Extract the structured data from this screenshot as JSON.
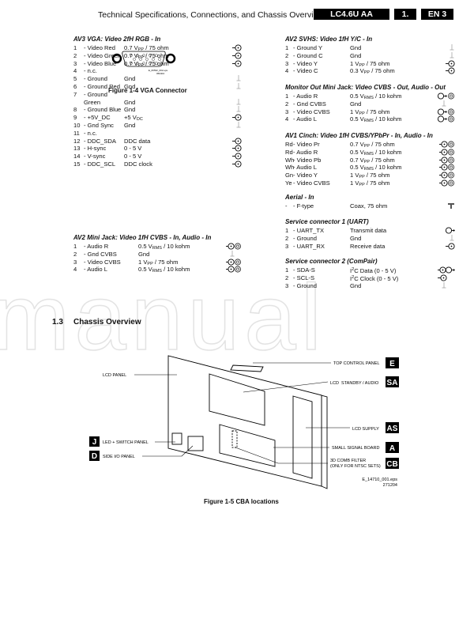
{
  "header": {
    "title": "Technical Specifications, Connections, and Chassis Overview",
    "model": "LC4.6U AA",
    "chapter": "1.",
    "page": "EN 3"
  },
  "watermark": "manual",
  "vga_figure": {
    "eps": "E_06532_002.eps",
    "date": "050404",
    "caption": "Figure 1-4 VGA Connector"
  },
  "sections": {
    "av3": {
      "title": "AV3 VGA: Video 2fH RGB - In",
      "rows": [
        {
          "pin": "1",
          "name": "- Video Red",
          "pre": "0.7 V",
          "sub": "PP",
          "post": " / 75 ohm",
          "icon": "input"
        },
        {
          "pin": "2",
          "name": "- Video Green",
          "pre": "0.7 V",
          "sub": "PP",
          "post": " / 75 ohm",
          "icon": "input"
        },
        {
          "pin": "3",
          "name": "- Video Blue",
          "pre": "0.7 V",
          "sub": "PP",
          "post": " / 75 ohm",
          "icon": "input"
        },
        {
          "pin": "4",
          "name": "- n.c."
        },
        {
          "pin": "5",
          "name": "- Ground",
          "pre": "Gnd",
          "icon": "ground"
        },
        {
          "pin": "6",
          "name": "- Ground Red",
          "pre": "Gnd",
          "icon": "ground"
        },
        {
          "pin": "7",
          "name": "- Ground"
        },
        {
          "pin": "",
          "name": "Green",
          "pre": "Gnd",
          "icon": "ground"
        },
        {
          "pin": "8",
          "name": "- Ground Blue",
          "pre": "Gnd",
          "icon": "ground"
        },
        {
          "pin": "9",
          "name": "- +5V_DC",
          "pre": "+5 V",
          "sub": "DC",
          "icon": "input"
        },
        {
          "pin": "10",
          "name": "- Gnd Sync",
          "pre": "Gnd",
          "icon": "ground"
        },
        {
          "pin": "11",
          "name": "- n.c."
        },
        {
          "pin": "12",
          "name": "- DDC_SDA",
          "pre": "DDC data",
          "icon": "input"
        },
        {
          "pin": "13",
          "name": "- H-sync",
          "pre": "0 - 5 V",
          "icon": "input"
        },
        {
          "pin": "14",
          "name": "- V-sync",
          "pre": "0 - 5 V",
          "icon": "input"
        },
        {
          "pin": "15",
          "name": "- DDC_SCL",
          "pre": "DDC clock",
          "icon": "input"
        }
      ]
    },
    "av2mini": {
      "title": "AV2 Mini Jack: Video 1fH CVBS - In, Audio - In",
      "rows": [
        {
          "pin": "1",
          "name": "- Audio R",
          "pre": "0.5 V",
          "sub": "RMS",
          "post": " / 10 kohm",
          "icon": "input-jack"
        },
        {
          "pin": "2",
          "name": "- Gnd CVBS",
          "pre": "Gnd",
          "icon": "ground"
        },
        {
          "pin": "3",
          "name": "- Video CVBS",
          "pre": "1 V",
          "sub": "PP",
          "post": " / 75 ohm",
          "icon": "input-jack"
        },
        {
          "pin": "4",
          "name": "- Audio L",
          "pre": "0.5 V",
          "sub": "RMS",
          "post": " / 10 kohm",
          "icon": "input-jack"
        }
      ]
    },
    "av2svhs": {
      "title": "AV2 SVHS: Video 1fH Y/C - In",
      "rows": [
        {
          "pin": "1",
          "name": "- Ground Y",
          "pre": "Gnd",
          "icon": "ground"
        },
        {
          "pin": "2",
          "name": "- Ground C",
          "pre": "Gnd",
          "icon": "ground"
        },
        {
          "pin": "3",
          "name": "- Video Y",
          "pre": "1 V",
          "sub": "PP",
          "post": " / 75 ohm",
          "icon": "input"
        },
        {
          "pin": "4",
          "name": "- Video C",
          "pre": "0.3 V",
          "sub": "PP",
          "post": " / 75 ohm",
          "icon": "input"
        }
      ]
    },
    "monitor": {
      "title": "Monitor Out Mini Jack: Video CVBS - Out, Audio - Out",
      "rows": [
        {
          "pin": "1",
          "name": "- Audio R",
          "pre": "0.5 V",
          "sub": "RMS",
          "post": " / 10 kohm",
          "icon": "output-jack"
        },
        {
          "pin": "2",
          "name": "- Gnd CVBS",
          "pre": "Gnd",
          "icon": "ground"
        },
        {
          "pin": "3",
          "name": "- Video CVBS",
          "pre": "1 V",
          "sub": "PP",
          "post": " / 75 ohm",
          "icon": "output-jack"
        },
        {
          "pin": "4",
          "name": "- Audio L",
          "pre": "0.5 V",
          "sub": "RMS",
          "post": " / 10 kohm",
          "icon": "output-jack"
        }
      ]
    },
    "av1": {
      "title": "AV1 Cinch: Video 1fH CVBS/YPbPr - In, Audio - In",
      "rows": [
        {
          "pin": "Rd",
          "name": "- Video Pr",
          "pre": "0.7 V",
          "sub": "PP",
          "post": " / 75 ohm",
          "icon": "input-jack"
        },
        {
          "pin": "Rd",
          "name": "- Audio R",
          "pre": "0.5 V",
          "sub": "RMS",
          "post": " / 10 kohm",
          "icon": "input-jack"
        },
        {
          "pin": "Wh",
          "name": "- Video Pb",
          "pre": "0.7 V",
          "sub": "PP",
          "post": " / 75 ohm",
          "icon": "input-jack"
        },
        {
          "pin": "Wh",
          "name": "- Audio L",
          "pre": "0.5 V",
          "sub": "RMS",
          "post": " / 10 kohm",
          "icon": "input-jack"
        },
        {
          "pin": "Gn",
          "name": "- Video Y",
          "pre": "1 V",
          "sub": "PP",
          "post": " / 75 ohm",
          "icon": "input-jack"
        },
        {
          "pin": "Ye",
          "name": "- Video CVBS",
          "pre": "1 V",
          "sub": "PP",
          "post": " / 75 ohm",
          "icon": "input-jack"
        }
      ]
    },
    "aerial": {
      "title": "Aerial - In",
      "rows": [
        {
          "pin": "-",
          "name": "- F-type",
          "pre": "Coax, 75 ohm",
          "icon": "coax"
        }
      ]
    },
    "service1": {
      "title": "Service connector 1 (UART)",
      "rows": [
        {
          "pin": "1",
          "name": "- UART_TX",
          "pre": "Transmit data",
          "icon": "output"
        },
        {
          "pin": "2",
          "name": "- Ground",
          "pre": "Gnd",
          "icon": "ground"
        },
        {
          "pin": "3",
          "name": "- UART_RX",
          "pre": "Receive data",
          "icon": "input"
        }
      ]
    },
    "service2": {
      "title": "Service connector 2 (ComPair)",
      "rows": [
        {
          "pin": "1",
          "name": "- SDA-S",
          "pre": "I",
          "sup": "2",
          "post": "C Data (0 - 5 V)",
          "icon": "inout"
        },
        {
          "pin": "2",
          "name": "- SCL-S",
          "pre": "I",
          "sup": "2",
          "post": "C Clock (0 - 5 V)",
          "icon": "input"
        },
        {
          "pin": "3",
          "name": "- Ground",
          "pre": "Gnd",
          "icon": "ground"
        }
      ]
    }
  },
  "chassis": {
    "number": "1.3",
    "title": "Chassis Overview"
  },
  "cba_figure": {
    "labels": {
      "lcd_panel": "LCD PANEL",
      "top_control": "TOP CONTROL PANEL",
      "standby": "LCD  STANDBY / AUDIO",
      "supply": "LCD SUPPLY",
      "ssb": "SMALL SIGNAL BOARD",
      "comb1": "3D COMB FILTER",
      "comb2": "(ONLY FOR NTSC SETS)",
      "led": "LED + SWITCH PANEL",
      "side_io": "SIDE I/O PANEL"
    },
    "badges": {
      "e": "E",
      "sa": "SA",
      "as": "AS",
      "a": "A",
      "cb": "CB",
      "j": "J",
      "d": "D"
    },
    "eps": "E_14710_001.eps",
    "date": "271204",
    "caption": "Figure 1-5 CBA locations"
  }
}
